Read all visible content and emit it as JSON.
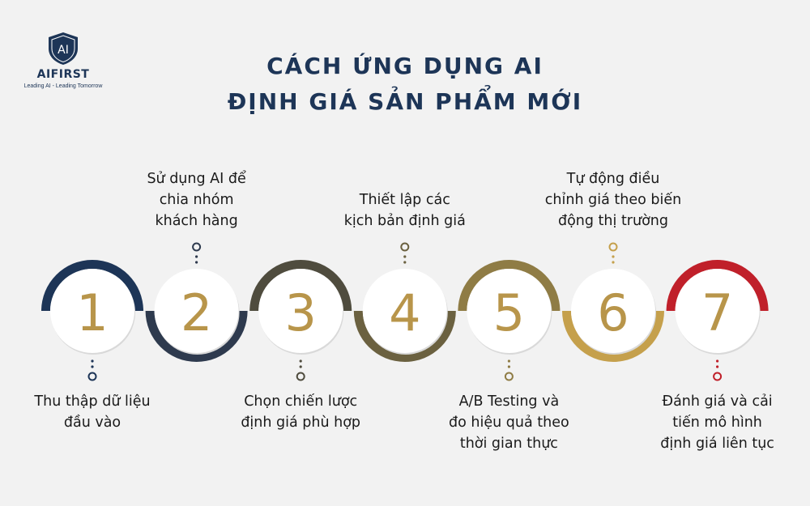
{
  "logo": {
    "mark": "AI",
    "name": "AIFIRST",
    "tagline": "Leading AI - Leading Tomorrow"
  },
  "title": {
    "line1": "CÁCH ỨNG DỤNG AI",
    "line2": "ĐỊNH GIÁ SẢN PHẨM MỚI"
  },
  "steps": [
    {
      "number": "1",
      "label_lines": [
        "Thu thập dữ liệu",
        "đầu vào"
      ],
      "position": "bottom",
      "color": "#1d3557"
    },
    {
      "number": "2",
      "label_lines": [
        "Sử dụng AI để",
        "chia nhóm",
        "khách hàng"
      ],
      "position": "top",
      "color": "#2e3a4e"
    },
    {
      "number": "3",
      "label_lines": [
        "Chọn chiến lược",
        "định giá phù hợp"
      ],
      "position": "bottom",
      "color": "#4f4c3e"
    },
    {
      "number": "4",
      "label_lines": [
        "Thiết lập các",
        "kịch bản định giá"
      ],
      "position": "top",
      "color": "#6b6140"
    },
    {
      "number": "5",
      "label_lines": [
        "A/B Testing và",
        "đo hiệu quả theo",
        "thời gian thực"
      ],
      "position": "bottom",
      "color": "#8f7c45"
    },
    {
      "number": "6",
      "label_lines": [
        "Tự động điều",
        "chỉnh giá theo biến",
        "động thị trường"
      ],
      "position": "top",
      "color": "#c5a04c"
    },
    {
      "number": "7",
      "label_lines": [
        "Đánh giá và cải",
        "tiến mô hình",
        "định giá liên tục"
      ],
      "position": "bottom",
      "color": "#c0202a"
    }
  ],
  "colors": {
    "number": "#b8954a",
    "title": "#1d3557",
    "background": "#f2f2f2",
    "circle": "#ffffff"
  }
}
